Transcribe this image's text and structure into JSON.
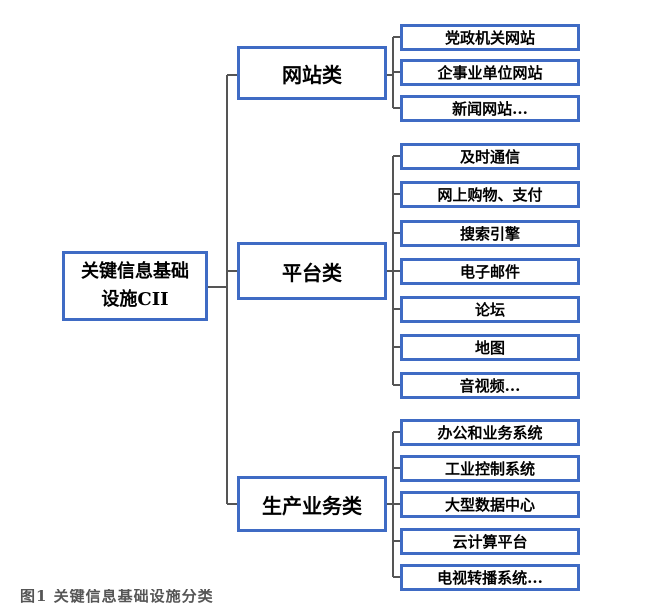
{
  "diagram": {
    "root": {
      "lines": [
        "关键信息基础",
        "设施CII"
      ]
    },
    "categories": [
      {
        "label": "网站类",
        "items": [
          "党政机关网站",
          "企事业单位网站",
          "新闻网站..."
        ]
      },
      {
        "label": "平台类",
        "items": [
          "及时通信",
          "网上购物、支付",
          "搜索引擎",
          "电子邮件",
          "论坛",
          "地图",
          "音视频..."
        ]
      },
      {
        "label": "生产业务类",
        "items": [
          "办公和业务系统",
          "工业控制系统",
          "大型数据中心",
          "云计算平台",
          "电视转播系统..."
        ]
      }
    ],
    "colors": {
      "border": "#3f6bc4",
      "connector": "#555555"
    }
  },
  "caption": {
    "text": "图1 关键信息基础设施分类"
  }
}
